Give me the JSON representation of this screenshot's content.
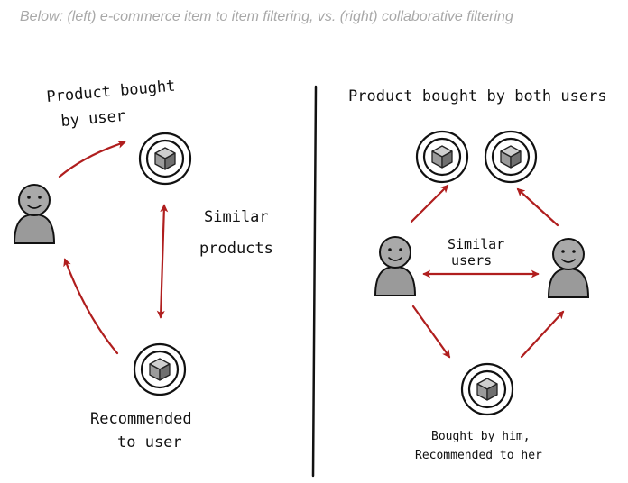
{
  "caption": "Below: (left) e-commerce item to item filtering, vs. (right) collaborative filtering",
  "left": {
    "product_bought_line1": "Product bought",
    "product_bought_line2": "by user",
    "similar_line1": "Similar",
    "similar_line2": "products",
    "recommended_line1": "Recommended",
    "recommended_line2": "to user"
  },
  "right": {
    "product_bought_both": "Product bought by both users",
    "similar_line1": "Similar",
    "similar_line2": "users",
    "bought_line1": "Bought by him,",
    "bought_line2": "Recommended to her"
  },
  "colors": {
    "arrow": "#b01e1e",
    "ink": "#111111",
    "user_fill": "#a9a9a9",
    "caption": "#a8a8a8"
  },
  "icons": {
    "user": "user-icon",
    "product": "product-box-icon",
    "arrow": "red-arrow"
  }
}
